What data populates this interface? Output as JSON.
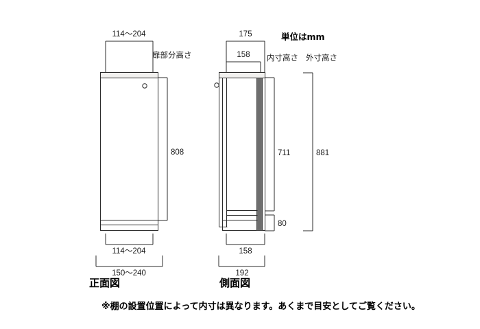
{
  "title": "単位はmm",
  "labels": {
    "door_height": "扉部分高さ",
    "inner_height": "内寸高さ",
    "outer_height": "外寸高さ"
  },
  "views": {
    "front": {
      "name": "正面図",
      "top_width": "114〜204",
      "bottom_width": "114〜204",
      "base_width": "150〜240",
      "height": "808"
    },
    "side": {
      "name": "側面図",
      "top_width_outer": "175",
      "top_width_inner": "158",
      "bottom_width_inner": "158",
      "bottom_width_outer": "192",
      "inner_height": "711",
      "base_height": "80",
      "outer_height": "881"
    }
  },
  "note": "※棚の設置位置によって内寸は異なります。あくまで目安としてご覧ください。",
  "colors": {
    "line": "#2b2b2b",
    "back_panel": "#6e6e6e",
    "top_panel": "#f2f1ef",
    "background": "#ffffff"
  }
}
